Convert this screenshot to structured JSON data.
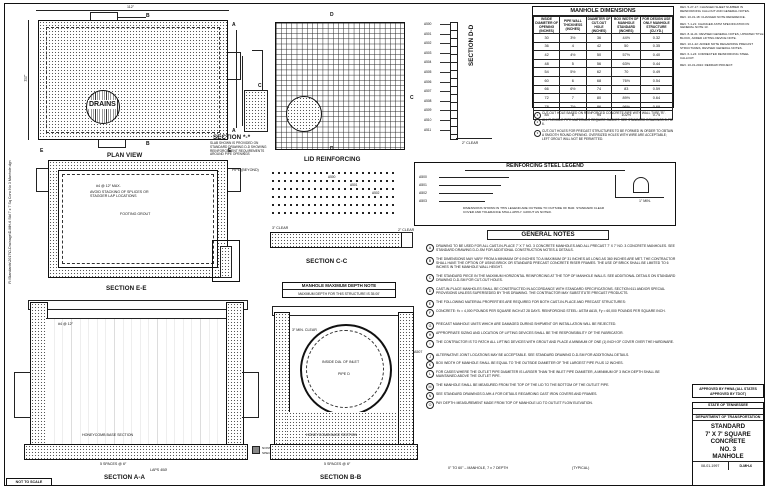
{
  "sheet": {
    "sidebar_text": "R:\\Standards\\2017\\D-Drainage\\D-MH-6 Std 7 x 7 Sq Conc No 3 Manhole.dgn",
    "not_to_scale": "NOT TO SCALE"
  },
  "plan_view": {
    "title": "PLAN VIEW",
    "drains_label": "DRAINS",
    "dim_top": "112\"",
    "dim_side": "112\"",
    "cut_a": "A",
    "cut_b": "B",
    "cut_c": "C",
    "cut_d": "D"
  },
  "section_star": {
    "title": "SECTION *-*",
    "note": "SLAB SHOWN IS PROVIDED ON STANDARD DRAWING D-D SHOWING REINFORCEMENT REQUIREMENTS AROUND PIPE OPENINGS"
  },
  "lid_reinforcing": {
    "title": "LID REINFORCING",
    "labels": [
      "#5 BARS",
      "#5 BARS",
      "A500",
      "A501",
      "A502",
      "A503",
      "A504",
      "A505",
      "A506",
      "A507"
    ]
  },
  "section_d": {
    "title": "SECTION D-D",
    "clear": "2\" CLEAR",
    "ticks": [
      "A500",
      "A501",
      "A502",
      "A503",
      "A504",
      "A505",
      "A506",
      "A507",
      "A508",
      "A509",
      "A510",
      "A511"
    ]
  },
  "manhole_dimensions": {
    "title": "MANHOLE DIMENSIONS",
    "headers": [
      "INSIDE DIAMETER OF OPENING (INCHES)",
      "PIPE WALL THICKNESS (INCHES)",
      "DIAMETER OF CUT-OUT HOLE (INCHES)",
      "BOX WIDTH OF MANHOLE STANDARD (INCHES)",
      "FOR DESIGN USE ONLY MANHOLE STRUCTURE (CU.YD.)"
    ],
    "rows": [
      [
        "30",
        "3½",
        "36",
        "44½",
        "0.32"
      ],
      [
        "36",
        "4",
        "42",
        "50",
        "0.35"
      ],
      [
        "42",
        "4½",
        "50",
        "57½",
        "0.40"
      ],
      [
        "48",
        "5",
        "56",
        "63½",
        "0.44"
      ],
      [
        "54",
        "5½",
        "62",
        "70",
        "0.49"
      ],
      [
        "60",
        "6",
        "68",
        "76½",
        "0.54"
      ],
      [
        "66",
        "6½",
        "74",
        "83",
        "0.59"
      ],
      [
        "72",
        "7",
        "80",
        "89½",
        "0.64"
      ],
      [
        "78",
        "7½",
        "86",
        "96½",
        "0.69"
      ],
      [
        "84",
        "8",
        "94",
        "102½",
        "0.74"
      ]
    ],
    "notes": [
      "CUT-OUT HOLE BASED ON REINFORCED CONCRETE PIPE WITH WALL TYPE \"B\".",
      "ALL FLEXIBLE PIPE MATERIALS REQUIRE GASKET. SEE STANDARD DRAWINGS D-PB-6.",
      "CUT-OUT HOLES FOR PRECAST STRUCTURES TO BE FORMED IN ORDER TO OBTAIN A SMOOTH ROUND OPENING. OVERSIZED HOLES WITH WIRE ARE ACCEPTABLE; LEFT GROUT WILL NOT BE PERMITTED."
    ]
  },
  "revisions": [
    "REV. 5-27-17: CHANGED SHEET NUMBER IN REINFORCING CALLOUT AND GENERAL NOTES.",
    "REV. 10-31-18: CHANGED NOTE REFERENCE.",
    "REV. 7-1-21: CHANGED ASTM SPECIFICATION IN GENERAL NOTE 13.",
    "REV. 8-11-21: REVISED GENERAL NOTES, UPDATED TITLE BLOCK, ADDED LIFTING DEVICE NOTE.",
    "REV. 10-1-22: ADDED NOTE REGARDING PRECAST STRUCTURES, REVISED GENERAL NOTES.",
    "REV. 6-1-24: CORRECTED REINFORCING STEEL CALLOUT.",
    "REV. 10-31-2024: REDRAW PROJECT."
  ],
  "reinforcing_steel_legend": {
    "title": "REINFORCING STEEL LEGEND",
    "rows": [
      "A500",
      "A501",
      "A502",
      "A503"
    ],
    "note": "DIMENSIONS SHOWN IN THIS LEGEND ARE OUTSIDE TO OUTSIDE OF BAR. STANDARD CLEAR COVER AND TOLERANCE SHALL APPLY. GROUT AS NOTED.",
    "dim": "1\" MIN."
  },
  "section_e": {
    "title": "SECTION E-E",
    "labels": [
      "#4 @ 12″ MAX.",
      "AVOID STACKING OF SPLICES OR STAGGER LAP LOCATIONS",
      "FOOTING GROUT",
      "PIPE (BEYOND)"
    ]
  },
  "section_c": {
    "title": "SECTION C-C",
    "labels": [
      "3\" CLEAR",
      "2\" CLEAR",
      "A 500",
      "A 501",
      "A 502"
    ]
  },
  "max_depth": {
    "title": "MANHOLE MAXIMUM DEPTH NOTE",
    "note": "MAXIMUM DEPTH FOR THIS STRUCTURE IS 35.00'"
  },
  "general_notes": {
    "title": "GENERAL NOTES",
    "items": [
      "DRAWING TO BE USED FOR ALL CAST-IN-PLACE 7' X 7' NO. 3 CONCRETE MANHOLES AND ALL PRECAST 7' X 7' NO. 3 CONCRETE MANHOLES. SEE STANDARD DRAWING D-D-SM FOR ADDITIONAL CONSTRUCTION NOTES & DETAILS.",
      "THE DIMENSIONS MAY VARY FROM A MINIMUM OF 6 INCHES TO A MAXIMUM OF 31 INCHES AS LONG AS 360 INCHES ARE MET. THE CONTRACTOR SHALL HAVE THE OPTION OF USING BRICK OR STANDARD PRECAST CONCRETE RISER FRAMES. THE USE OF BRICK SHALL BE LIMITED TO 6 INCHES IN THE MANHOLE WALL HEIGHT.",
      "THE STANDARD PIECE IN THE MAXIMUM HORIZONTAL REINFORCING AT THE TOP OF MANHOLE WALLS. SEE ADDITIONAL DETAILS ON STANDARD DRAWING D-D-SM FOR CUT-OUT HOLES.",
      "CAST-IN-PLACE MANHOLES SHALL BE CONSTRUCTED IN ACCORDANCE WITH STANDARD SPECIFICATIONS. SECTION 611 AND/OR SPECIAL PROVISIONS UNLESS SUPERSEDED BY THIS DRAWING. THE CONTRACTOR MAY SUBSTITUTE PRECAST PRODUCTS.",
      "THE FOLLOWING MATERIAL PROPERTIES ARE REQUIRED FOR BOTH CAST-IN-PLACE AND PRECAST STRUCTURES:",
      "CONCRETE: f'c = 4,000 POUNDS PER SQUARE INCH AT 28 DAYS. REINFORCING STEEL: ASTM A615, Fy = 60,000 POUNDS PER SQUARE INCH.",
      "PRECAST MANHOLE UNITS WHICH ARE DAMAGED DURING SHIPMENT OR INSTALLATION WILL BE REJECTED.",
      "APPROPRIATE SIZING AND LOCATION OF LIFTING DEVICES SHALL BE THE RESPONSIBILITY OF THE FABRICATOR.",
      "THE CONTRACTOR IS TO PATCH ALL LIFTING DEVICES WITH GROUT AND PLACE A MINIMUM OF ONE (1) INCH OF COVER OVER THE HARDWARE.",
      "ALTERNATIVE JOINT LOCATIONS MAY BE ACCEPTABLE. SEE STANDARD DRAWING D-D-SM FOR ADDITIONAL DETAILS.",
      "BOX WIDTH OF MANHOLE SHALL BE EQUAL TO THE OUTSIDE DIAMETER OF THE LARGEST PIPE PLUS 12 INCHES.",
      "FOR CASES WHERE THE OUTLET PIPE DIAMETER IS LARGER THAN THE INLET PIPE DIAMETER, A MINIMUM OF 3 INCH DEPTH SHALL BE MAINTAINED ABOVE THE OUTLET PIPE.",
      "THE MANHOLE SHALL BE MEASURED FROM THE TOP OF THE LID TO THE BOTTOM OF THE OUTLET PIPE.",
      "SEE STANDARD DRAWINGS D-MH-4 FOR DETAILS REGARDING CAST IRON COVERS AND FRAMES.",
      "PAY DEPTH: MEASUREMENT MADE FROM TOP OF MANHOLE LID TO OUTLET FLOW ELEVATION."
    ],
    "footer_left": "0\" TO 60\" – MANHOLE, 7 x 7 DEPTH",
    "footer_right": "(TYPICAL)"
  },
  "section_a": {
    "title": "SECTION A-A",
    "labels": [
      "#4 @ 12″",
      "HONEYCOMB BASE SECTION",
      "NONSHRINK GROUT FOR PRECAST",
      "SPECIFICATIONS SECTION",
      "5 SPACES @ 6″",
      "LAPS 40Ø"
    ]
  },
  "section_b": {
    "title": "SECTION B-B",
    "labels": [
      "INSIDE DIA. OF INLET",
      "PIPE D",
      "3″ MIN. CLEAR",
      "A507",
      "HONEYCOMB BASE SECTION",
      "5 SPACES @ 6″"
    ]
  },
  "approval": {
    "stamp": "APPROVED BY FHWA (ALL STATES APPROVED BY TDOT)"
  },
  "title_block": {
    "state": "STATE OF TENNESSEE",
    "dept": "DEPARTMENT OF TRANSPORTATION",
    "line1": "STANDARD",
    "line2": "7' X 7' SQUARE",
    "line3": "CONCRETE",
    "line4": "NO. 3",
    "line5": "MANHOLE",
    "date": "08-01-1997",
    "drawing_no": "D-MH-6"
  }
}
